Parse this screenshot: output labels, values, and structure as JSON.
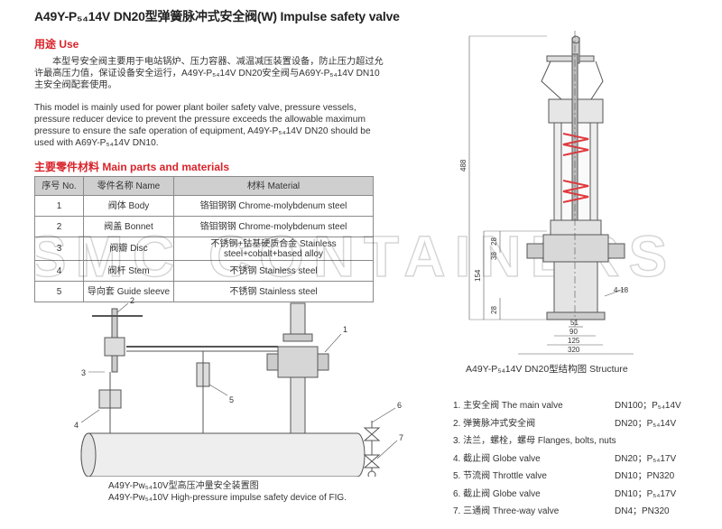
{
  "page_title": "A49Y-P₅₄14V DN20型弹簧脉冲式安全阀(W) Impulse safety valve",
  "usage": {
    "heading": "用途 Use",
    "text_cn": "本型号安全阀主要用于电站锅炉、压力容器、减温减压装置设备，防止压力超过允许最高压力值，保证设备安全运行，A49Y-P₅₄14V DN20安全阀与A69Y-P₅₄14V DN10主安全阀配套使用。",
    "text_en": "This model is mainly used for power plant boiler safety valve, pressure vessels, pressure reducer device to prevent the pressure exceeds the allowable maximum pressure to ensure the safe operation of equipment, A49Y-P₅₄14V DN20 should be used with A69Y-P₅₄14V DN10."
  },
  "parts": {
    "heading": "主要零件材料 Main parts and materials",
    "headers": [
      "序号 No.",
      "零件名称 Name",
      "材料 Material"
    ],
    "rows": [
      {
        "no": "1",
        "name": "阀体 Body",
        "material": "铬钼钢钢 Chrome-molybdenum steel"
      },
      {
        "no": "2",
        "name": "阀盖 Bonnet",
        "material": "铬钼钢钢 Chrome-molybdenum steel"
      },
      {
        "no": "3",
        "name": "阀瓣 Disc",
        "material": "不锈钢+钴基硬质合金 Stainless steel+cobalt+based alloy"
      },
      {
        "no": "4",
        "name": "阀杆 Stem",
        "material": "不锈钢 Stainless steel"
      },
      {
        "no": "5",
        "name": "导向套 Guide sleeve",
        "material": "不锈钢 Stainless steel"
      }
    ]
  },
  "watermark": "SMC CONTAINERS",
  "structure_drawing": {
    "caption": "A49Y-P₅₄14V DN20型结构图 Structure",
    "dims": {
      "height_total": "488",
      "height_lower": "154",
      "d1": "28",
      "d2": "38",
      "d3": "28",
      "bolt": "4-18",
      "w1": "51",
      "w2": "90",
      "w3": "125",
      "w4": "320"
    }
  },
  "device_drawing": {
    "caption_cn": "A49Y-Pw₅₄10V型高压冲量安全装置图",
    "caption_en": "A49Y-Pw₅₄10V High-pressure impulse safety device of FIG.",
    "labels": [
      "1",
      "2",
      "3",
      "4",
      "5",
      "6",
      "7"
    ]
  },
  "legend": [
    {
      "name": "1. 主安全阀 The main valve",
      "spec": "DN100；P₅₄14V"
    },
    {
      "name": "2. 弹簧脉冲式安全阀",
      "spec": "DN20；P₅₄14V"
    },
    {
      "name": "3. 法兰，螺栓，螺母 Flanges, bolts, nuts",
      "spec": ""
    },
    {
      "name": "4. 截止阀 Globe valve",
      "spec": "DN20；P₅₄17V"
    },
    {
      "name": "5. 节流阀 Throttle valve",
      "spec": "DN10；PN320"
    },
    {
      "name": "6. 截止阀 Globe valve",
      "spec": "DN10；P₅₄17V"
    },
    {
      "name": "7. 三通阀 Three-way valve",
      "spec": "DN4；PN320"
    }
  ],
  "colors": {
    "accent": "#d8232a",
    "spring": "#e0393e",
    "line": "#555555",
    "table_header": "#cfcfcf"
  }
}
